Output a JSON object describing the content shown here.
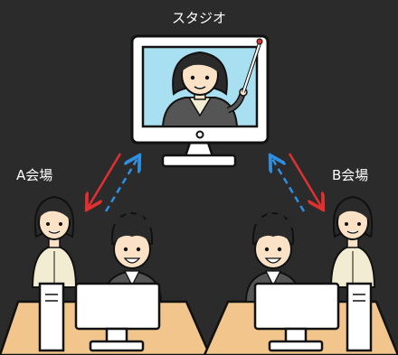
{
  "studio": {
    "label": "スタジオ"
  },
  "venue_a": {
    "label": "A会場"
  },
  "venue_b": {
    "label": "B会場"
  },
  "colors": {
    "background": "#2b2b2b",
    "arrow_down": "#e03030",
    "arrow_up": "#2f8fe0",
    "desk": "#f1c58c",
    "screen": "#a8e0f2",
    "hair": "#2a2a2a",
    "skin": "#fbe2c6",
    "jacket": "#555555",
    "blouse": "#f1ecd2"
  },
  "icons": {
    "studio_monitor": "presenter-with-pointer-on-monitor",
    "venue_a": "pc-desk-with-two-people",
    "venue_b": "pc-desk-with-two-people"
  }
}
